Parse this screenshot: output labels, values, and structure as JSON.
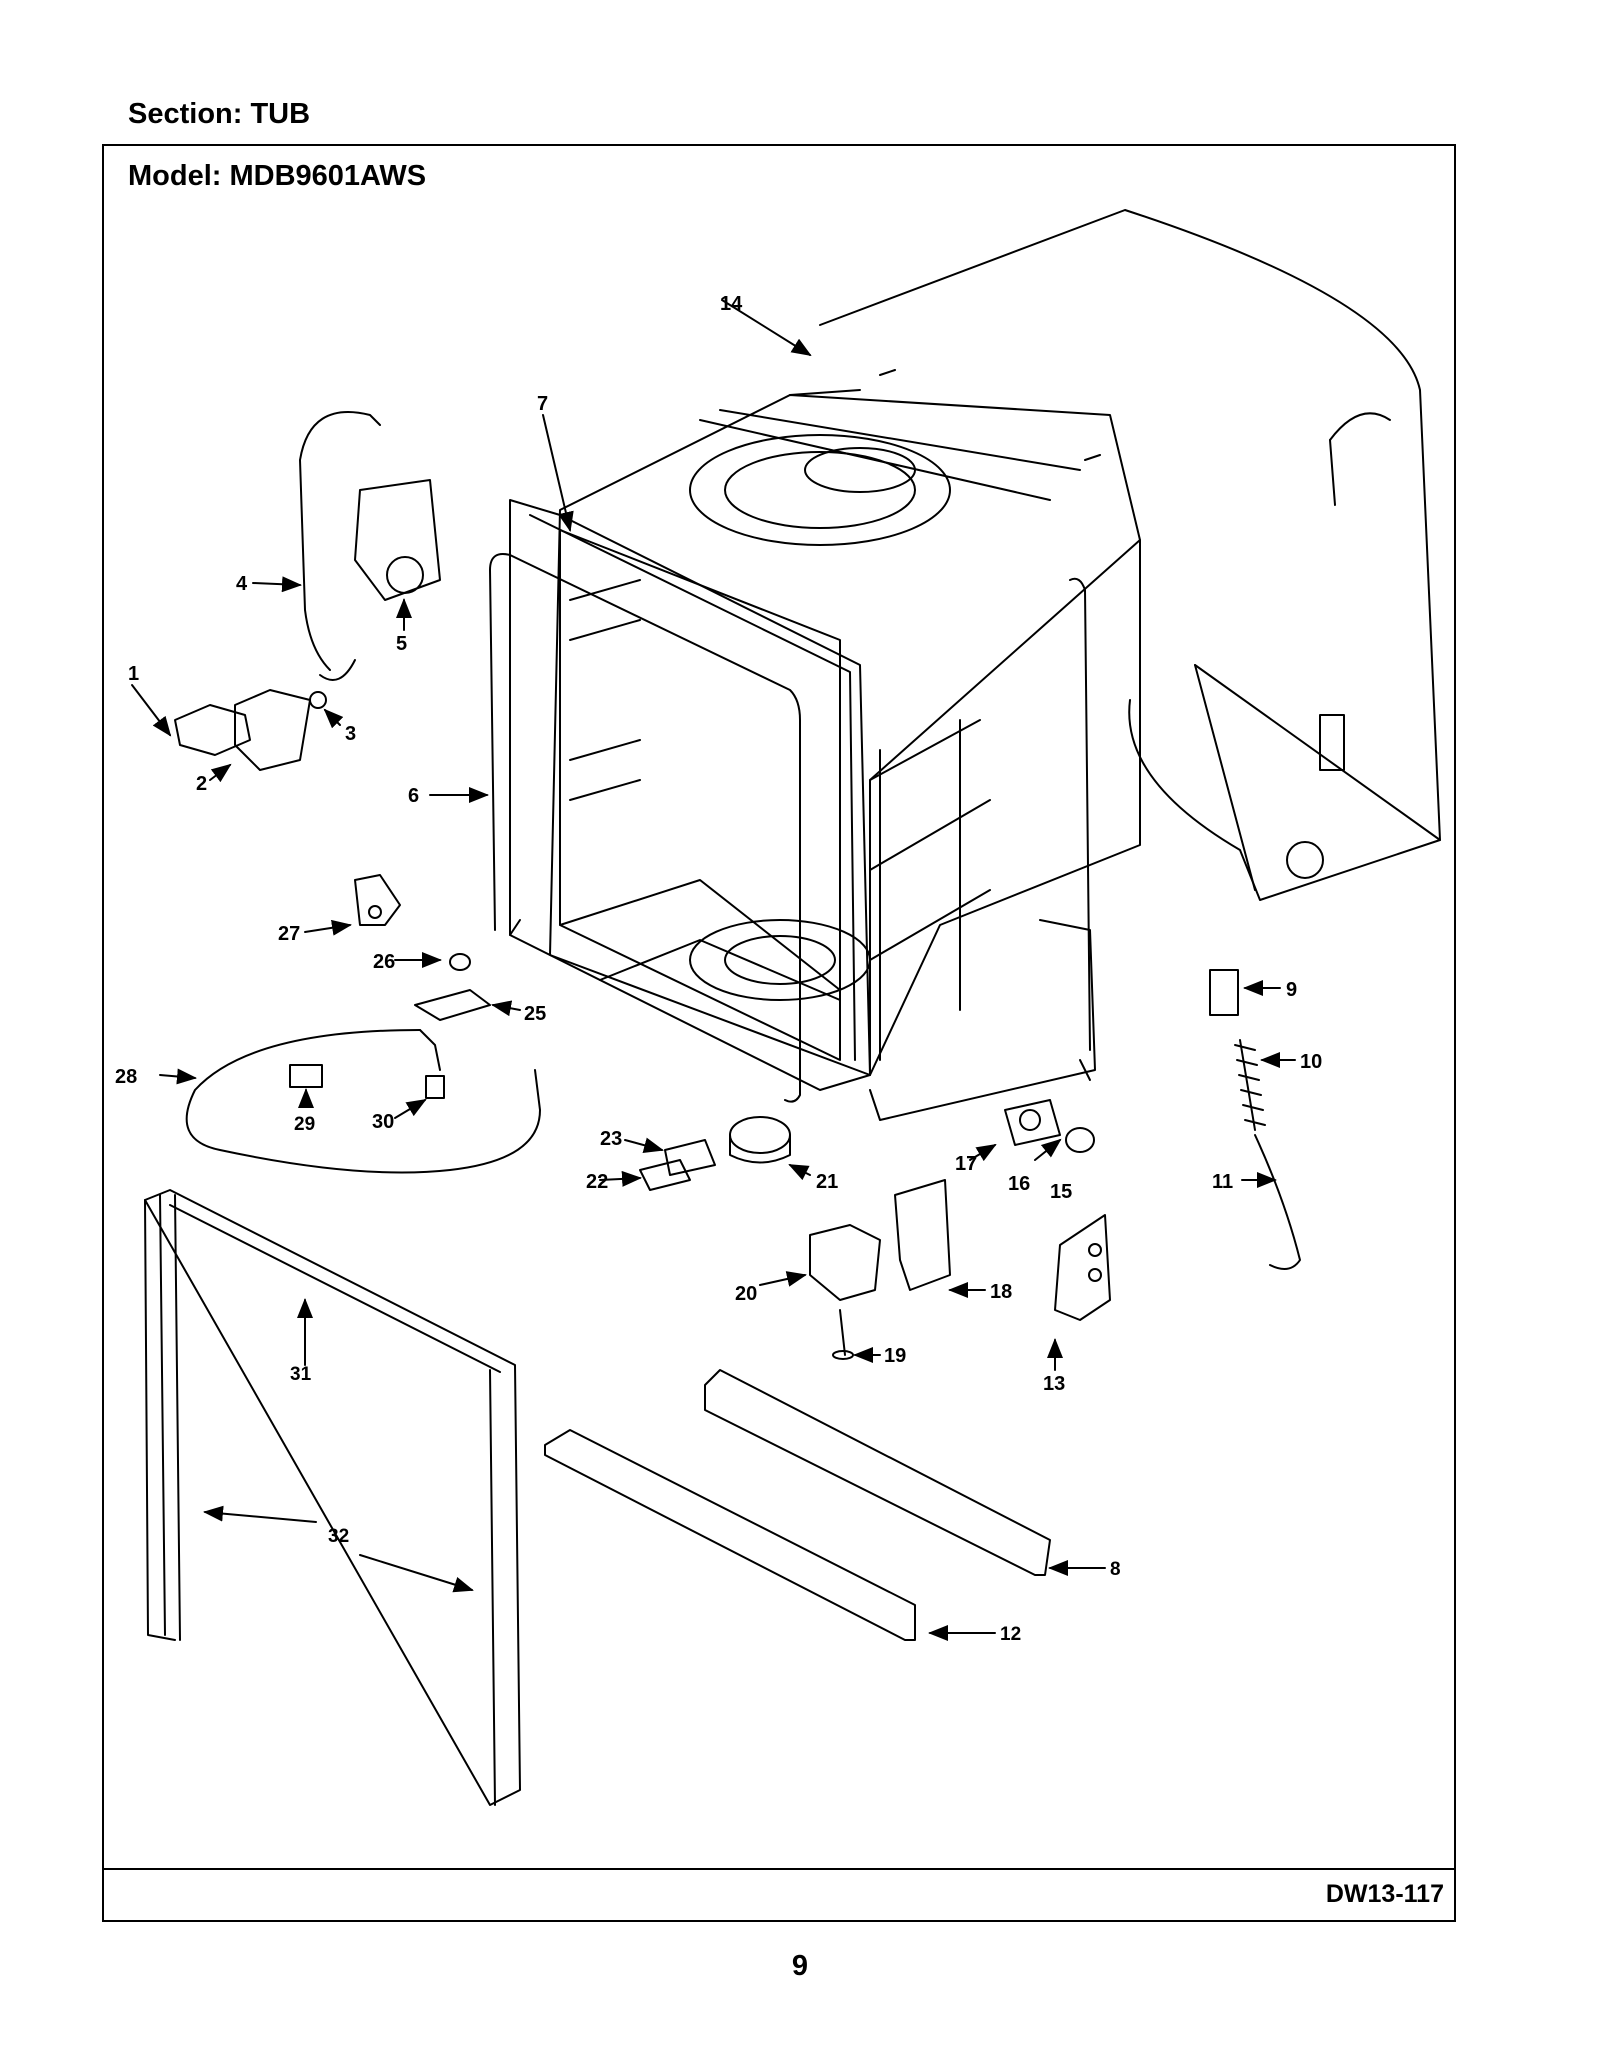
{
  "header": {
    "section_label": "Section:  TUB",
    "model_label": "Model:  MDB9601AWS"
  },
  "footer": {
    "diagram_code": "DW13-117",
    "page_number": "9"
  },
  "callouts": [
    "1",
    "2",
    "3",
    "4",
    "5",
    "6",
    "7",
    "8",
    "9",
    "10",
    "11",
    "12",
    "13",
    "14",
    "15",
    "16",
    "17",
    "18",
    "19",
    "20",
    "21",
    "22",
    "23",
    "25",
    "26",
    "27",
    "28",
    "29",
    "30",
    "31",
    "32"
  ],
  "colors": {
    "line": "#000000",
    "background": "#ffffff"
  }
}
